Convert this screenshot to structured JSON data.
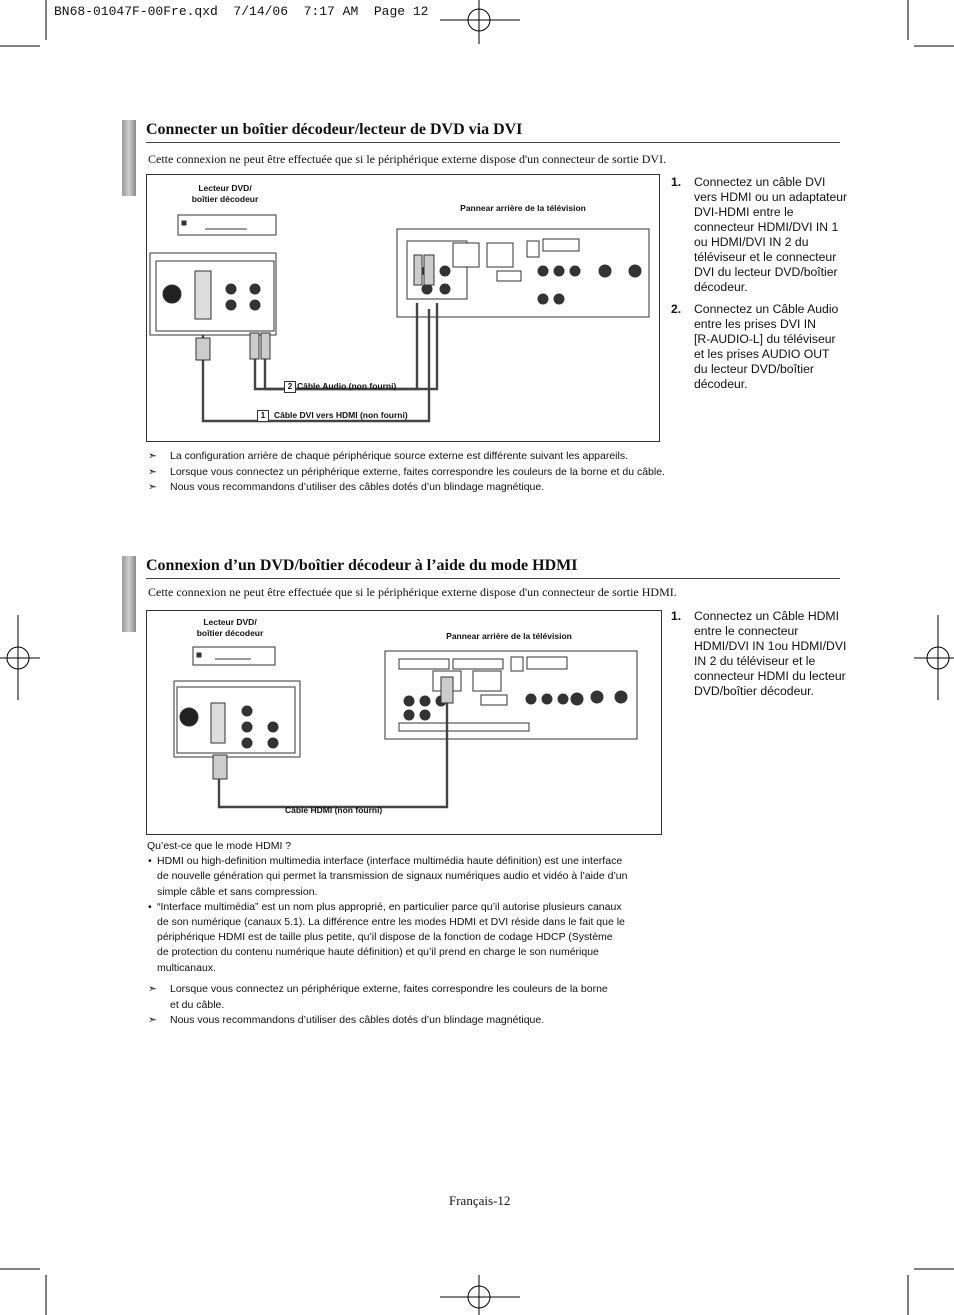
{
  "header": {
    "filename_line": "BN68-01047F-00Fre.qxd  7/14/06  7:17 AM  Page 12"
  },
  "section1": {
    "title": "Connecter un boîtier décodeur/lecteur de DVD via DVI",
    "intro": "Cette connexion ne peut être effectuée que si le périphérique externe dispose d'un connecteur de sortie DVI.",
    "figure": {
      "device_label_1": "Lecteur DVD/",
      "device_label_2": "boîtier décodeur",
      "tv_panel_label": "Pannear arrière de la télévision",
      "cable2_num": "2",
      "cable2_label": "Câble Audio (non fourni)",
      "cable1_num": "1",
      "cable1_label": "Câble DVI vers HDMI (non fourni)"
    },
    "steps": [
      {
        "num": "1.",
        "lines": [
          "Connectez un câble DVI",
          "vers HDMI ou un adaptateur",
          "DVI-HDMI entre le",
          "connecteur HDMI/DVI IN 1",
          "ou HDMI/DVI IN 2 du",
          "téléviseur et le connecteur",
          "DVI du lecteur DVD/boîtier",
          "décodeur."
        ]
      },
      {
        "num": "2.",
        "lines": [
          "Connectez un Câble Audio",
          "entre les prises DVI IN",
          "[R-AUDIO-L] du téléviseur",
          "et les prises AUDIO OUT",
          "du lecteur DVD/boîtier",
          "décodeur."
        ]
      }
    ],
    "notes": [
      "La configuration arrière de chaque périphérique source externe est différente suivant les appareils.",
      "Lorsque vous connectez un périphérique externe, faites correspondre les couleurs de la borne et du câble.",
      "Nous vous recommandons d’utiliser des câbles dotés d’un blindage magnétique."
    ]
  },
  "section2": {
    "title": "Connexion d’un DVD/boîtier décodeur à l’aide du mode HDMI",
    "intro": "Cette connexion ne peut être effectuée que si le périphérique externe dispose d'un connecteur de sortie HDMI.",
    "figure": {
      "device_label_1": "Lecteur DVD/",
      "device_label_2": "boîtier décodeur",
      "tv_panel_label": "Pannear arrière de la télévision",
      "cable_label": "Câble HDMI (non fourni)"
    },
    "steps": [
      {
        "num": "1.",
        "lines": [
          "Connectez un Câble HDMI",
          "entre le connecteur",
          "HDMI/DVI IN 1ou HDMI/DVI",
          "IN 2 du téléviseur et le",
          "connecteur HDMI du lecteur",
          "DVD/boîtier décodeur."
        ]
      }
    ],
    "qa_title": "Qu’est-ce que le mode HDMI ?",
    "bullets": [
      [
        "HDMI ou high-definition multimedia interface (interface multimédia haute définition) est une interface",
        "de nouvelle génération qui permet la transmission de signaux numériques audio et vidéo à l’aide d’un",
        "simple câble et sans compression."
      ],
      [
        "“Interface multimédia” est un nom plus approprié, en particulier parce qu’il autorise plusieurs canaux",
        "de son numérique (canaux 5.1). La différence entre les modes HDMI et DVI réside dans le fait que le",
        "périphérique HDMI est de taille plus petite, qu’il dispose de la fonction de codage HDCP (Système",
        "de protection du contenu numérique haute définition) et qu’il prend en charge le son numérique",
        "multicanaux."
      ]
    ],
    "notes": [
      [
        "Lorsque vous connectez un périphérique externe, faites correspondre les couleurs de la borne",
        "et du câble."
      ],
      [
        "Nous vous recommandons d’utiliser des câbles dotés d’un blindage magnétique."
      ]
    ]
  },
  "footer": {
    "page_label": "Français-12"
  },
  "symbols": {
    "note_arrow": "➣",
    "bullet": "•"
  }
}
